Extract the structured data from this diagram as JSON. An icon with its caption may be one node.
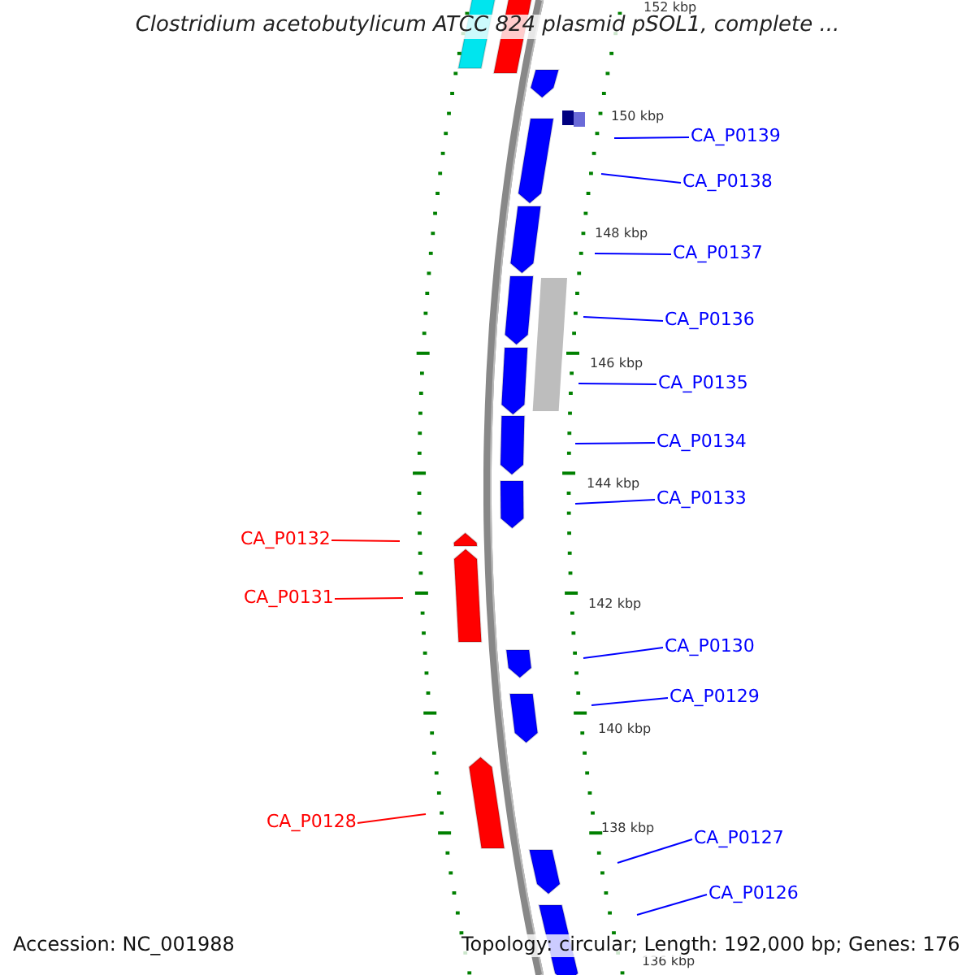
{
  "diagram": {
    "title": "Clostridium acetobutylicum ATCC 824 plasmid pSOL1, complete ...",
    "nodes": [
      {
        "text": [
          "CA_P0139"
        ]
      },
      {
        "text": [
          "CA_P0138"
        ]
      },
      {
        "text": [
          "CA_P0137"
        ]
      },
      {
        "text": [
          "CA_P0136"
        ]
      },
      {
        "text": [
          "CA_P0135"
        ]
      },
      {
        "text": [
          "CA_P0134"
        ]
      },
      {
        "text": [
          "CA_P0133"
        ]
      },
      {
        "text": [
          "CA_P0132"
        ]
      },
      {
        "text": [
          "CA_P0131"
        ]
      },
      {
        "text": [
          "CA_P0130"
        ]
      },
      {
        "text": [
          "CA_P0129"
        ]
      },
      {
        "text": [
          "CA_P0128"
        ]
      },
      {
        "text": [
          "CA_P0127"
        ]
      },
      {
        "text": [
          "CA_P0126"
        ]
      }
    ],
    "edges": [
      {
        "from": 0,
        "to": null,
        "arrow": "none"
      },
      {
        "from": 1,
        "to": null,
        "arrow": "none"
      },
      {
        "from": 2,
        "to": null,
        "arrow": "none"
      },
      {
        "from": 3,
        "to": null,
        "arrow": "none"
      },
      {
        "from": 4,
        "to": null,
        "arrow": "none"
      },
      {
        "from": 5,
        "to": null,
        "arrow": "none"
      },
      {
        "from": 6,
        "to": null,
        "arrow": "none"
      },
      {
        "from": 7,
        "to": null,
        "arrow": "none",
        "color": "#ff0000"
      },
      {
        "from": 8,
        "to": null,
        "arrow": "none",
        "color": "#ff0000"
      },
      {
        "from": 9,
        "to": null,
        "arrow": "none"
      },
      {
        "from": 10,
        "to": null,
        "arrow": "none"
      },
      {
        "from": 11,
        "to": null,
        "arrow": "none",
        "color": "#ff0000"
      },
      {
        "from": 12,
        "to": null,
        "arrow": "none"
      },
      {
        "from": 13,
        "to": null,
        "arrow": "none"
      }
    ],
    "labels": [
      "152 kbp",
      "150 kbp",
      "148 kbp",
      "146 kbp",
      "144 kbp",
      "142 kbp",
      "140 kbp",
      "138 kbp",
      "136 kbp",
      "Accession: NC_001988",
      "Topology: circular; Length: 192,000 bp; Genes: 176"
    ]
  }
}
